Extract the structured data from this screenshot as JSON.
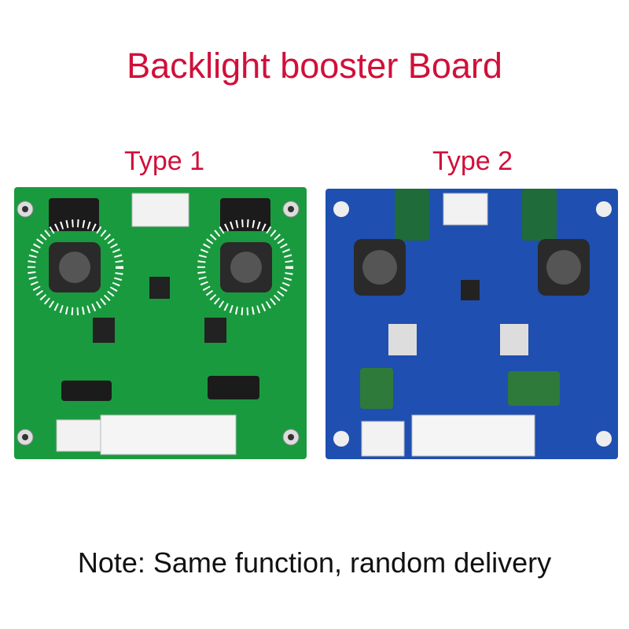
{
  "title": "Backlight booster Board",
  "boards": [
    {
      "label": "Type 1",
      "color": "#1a9a3e"
    },
    {
      "label": "Type 2",
      "color": "#1f4fb0"
    }
  ],
  "note": "Note:  Same function, random delivery",
  "colors": {
    "accent": "#d0103a",
    "text": "#111111"
  }
}
